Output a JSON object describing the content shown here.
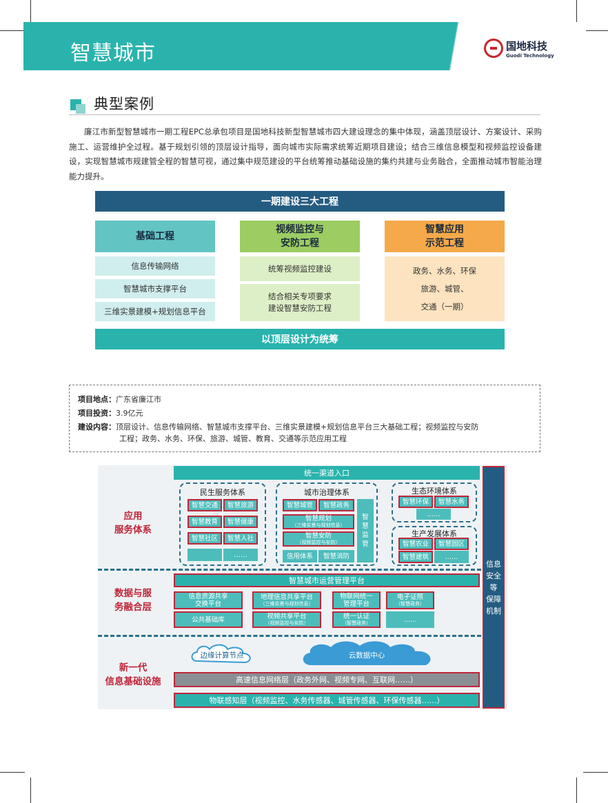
{
  "header": {
    "title": "智慧城市",
    "logo_cn": "国地科技",
    "logo_en": "Guodi Technology",
    "accent": "#2ab3ad"
  },
  "section": {
    "title": "典型案例",
    "intro": "廉江市新型智慧城市一期工程EPC总承包项目是国地科技新型智慧城市四大建设理念的集中体现，涵盖顶层设计、方案设计、采购施工、运营维护全过程。基于规划引领的顶层设计指导，面向城市实际需求统筹近期项目建设；结合三维信息模型和视频监控设备建设，实现智慧城市规建管全程的智慧可视，通过集中规范建设的平台统筹推动基础设施的集约共建与业务融合，全面推动城市智能治理能力提升。"
  },
  "diagram1": {
    "top": "一期建设三大工程",
    "bottom": "以顶层设计为统筹",
    "col1": {
      "head": "基础工程",
      "items": [
        "信息传输网络",
        "智慧城市支撑平台",
        "三维实景建模+规划信息平台"
      ]
    },
    "col2": {
      "head_l1": "视频监控与",
      "head_l2": "安防工程",
      "item1": "统筹视频监控建设",
      "item2_l1": "结合相关专项要求",
      "item2_l2": "建设智慧安防工程"
    },
    "col3": {
      "head_l1": "智慧应用",
      "head_l2": "示范工程",
      "lines": [
        "政务、水务、环保",
        "旅游、城管、",
        "交通（一期）"
      ]
    }
  },
  "info": {
    "location_key": "项目地点：",
    "location": "广东省廉江市",
    "invest_key": "项目投资：",
    "invest": "3.9亿元",
    "content_key": "建设内容：",
    "content_l1": "顶层设计、信息传输网络、智慧城市支撑平台、三维实景建模+规划信息平台三大基础工程；视频监控与安防",
    "content_l2": "工程；政务、水务、环保、旅游、城管、教育、交通等示范应用工程"
  },
  "diagram2": {
    "layer1_l1": "应用",
    "layer1_l2": "服务体系",
    "layer2_l1": "数据与服",
    "layer2_l2": "务融合层",
    "layer3_l1": "新一代",
    "layer3_l2": "信息基础设施",
    "entry": "统一渠道入口",
    "g1": {
      "title": "民生服务体系",
      "items": [
        "智慧交通",
        "智慧旅游",
        "智慧教育",
        "智慧健康",
        "智慧社区",
        "智慧人社",
        "",
        "……"
      ]
    },
    "g2": {
      "title": "城市治理体系",
      "i1": "智慧城管",
      "i2": "智慧政务",
      "i3": "智慧规划",
      "i3s": "（三维实景与规划信息）",
      "i4": "智慧安防",
      "i4s": "（视频监控与安防）",
      "i5": "信用体系",
      "i6": "智慧消防",
      "side": "智慧监管"
    },
    "g3": {
      "title": "生态环境体系",
      "i1": "智慧环保",
      "i2": "智慧水务",
      "i3": "……"
    },
    "g4": {
      "title": "生产发展体系",
      "i1": "智慧农业",
      "i2": "智慧园区",
      "i3": "智慧建筑",
      "i4": "……"
    },
    "platform": "智慧城市运营管理平台",
    "d1": "信息资源共享",
    "d1b": "交换平台",
    "d2": "地理信息共享平台",
    "d2s": "（三维实景与规划信息）",
    "d3": "物联网统一",
    "d3b": "管理平台",
    "d4": "电子证照",
    "d4s": "（智慧政务）",
    "d5": "公共基础库",
    "d6": "视频共享平台",
    "d6s": "（视频监控与安防）",
    "d7": "统一认证",
    "d7s": "（智慧政务）",
    "d8": "……",
    "edge": "边缘计算节点",
    "cloud": "云数据中心",
    "net": "高速信息网络层（政务外网、视频专网、互联网……）",
    "iot": "物联感知层（视频监控、水务传感器、城管传感器、环保传感器……）",
    "side": [
      "信息",
      "安全",
      "等",
      "保障",
      "机制"
    ]
  }
}
